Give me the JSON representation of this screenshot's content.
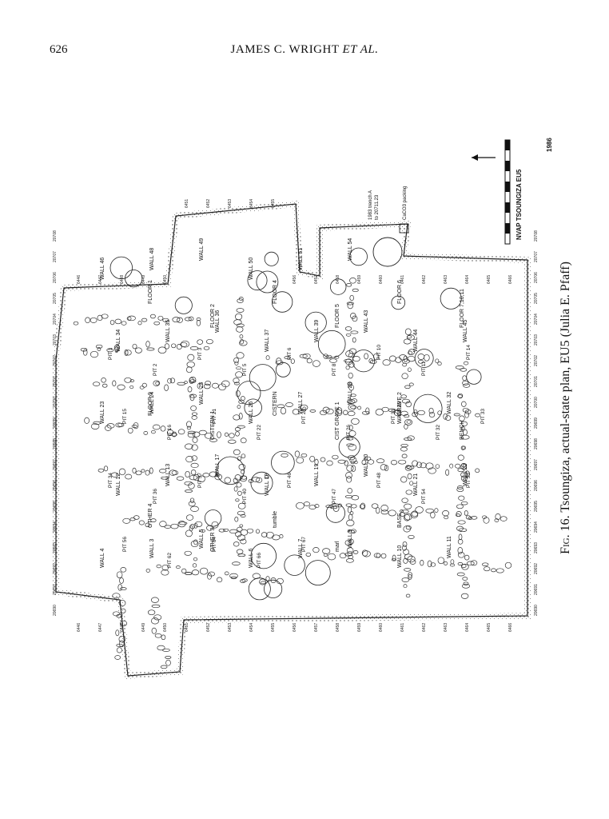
{
  "header": {
    "page_number": "626",
    "running_title": "JAMES C. WRIGHT",
    "running_title_italic": "ET AL."
  },
  "caption": {
    "figure_label": "Fig. 16.",
    "text": "Tsoungiza, actual-state plan, EU5 (Julia E. Pfaff)"
  },
  "plan": {
    "title": "NVAP TSOUNGIZA EU5",
    "year": "1986",
    "trench_note": "1983 trench A",
    "trench_note_2": "to 20711.23",
    "legend": "CaCO3 packing",
    "walls": [
      "WALL 4",
      "WALL 3",
      "WALL 5",
      "WALL 6",
      "WALL 7",
      "WALL 9",
      "WALL 10",
      "WALL 11",
      "WALL 12",
      "WALL 13",
      "WALL 17",
      "WALL 18",
      "WALL 19",
      "WALL 20",
      "WALL 21",
      "WALL 22",
      "WALL 23",
      "WALL 24",
      "WALL 25",
      "WALL 26",
      "WALL 27",
      "WALL 28",
      "WALL 29",
      "WALL 32",
      "WALL 34",
      "WALL 35",
      "WALL 36",
      "WALL 37",
      "WALL 39",
      "WALL 43",
      "WALL 44",
      "WALL 45",
      "WALL 46",
      "WALL 48",
      "WALL 49",
      "WALL 50",
      "WALL 51",
      "WALL 54"
    ],
    "pits": [
      "PIT 1",
      "PIT 2",
      "PIT 3",
      "PIT 5",
      "PIT 6",
      "PIT 8",
      "PIT 10",
      "PIT 11",
      "PIT 14",
      "PIT 15",
      "PIT 16",
      "PIT 21",
      "PIT 22",
      "PIT 25",
      "PIT 26",
      "PIT 31",
      "PIT 32",
      "PIT 33",
      "PIT 34",
      "PIT 36",
      "PIT 37",
      "PIT 40",
      "PIT 46",
      "PIT 47",
      "PIT 48",
      "PIT 54",
      "PIT 55",
      "PIT 56",
      "PIT 62",
      "PIT 64",
      "PIT 66",
      "PIT 67"
    ],
    "features": [
      "FLOOR 1",
      "FLOOR 2",
      "FLOOR 4",
      "FLOOR 5",
      "FLOOR 6",
      "FLOOR 7,10,11",
      "FLOOR 9",
      "CISTERN 1",
      "CISTERN",
      "CIST GRAVE 1",
      "GRAVE 2",
      "BENCH",
      "OTHER 4",
      "OTHER 3",
      "tumble",
      "marl",
      "BASE"
    ],
    "grid_easting": [
      "20690",
      "20691",
      "20692",
      "20693",
      "20694",
      "20695",
      "20696",
      "20697",
      "20698",
      "20699",
      "20700",
      "20701",
      "20702",
      "20703",
      "20704",
      "20705",
      "20706",
      "20707",
      "20708"
    ],
    "grid_northing": [
      "6446",
      "6447",
      "6448",
      "6449",
      "6450",
      "6451",
      "6452",
      "6453",
      "6454",
      "6455",
      "6456",
      "6457",
      "6458",
      "6459",
      "6460",
      "6461",
      "6462",
      "6463",
      "6464",
      "6465",
      "6466"
    ]
  }
}
